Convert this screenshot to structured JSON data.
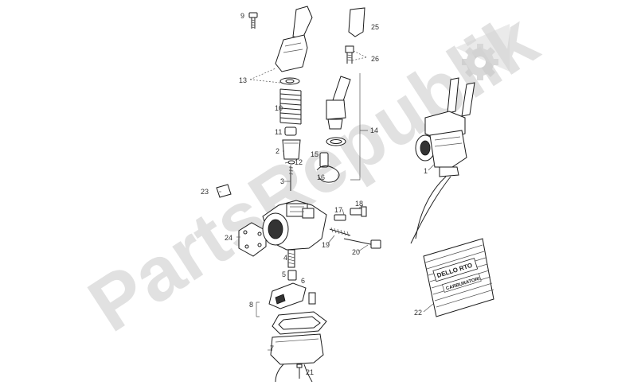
{
  "watermark": {
    "text": "PartsRepublik"
  },
  "kit": {
    "line1": "DELLO RTO",
    "line2": "CARBURATORI"
  },
  "callouts": {
    "p1": "1",
    "p2": "2",
    "p3": "3",
    "p4": "4",
    "p5": "5",
    "p6": "6",
    "p7": "7",
    "p8": "8",
    "p9": "9",
    "p10": "10",
    "p11": "11",
    "p12": "12",
    "p13": "13",
    "p14": "14",
    "p15": "15",
    "p16": "16",
    "p17": "17",
    "p18": "18",
    "p19": "19",
    "p20": "20",
    "p21": "21",
    "p22": "22",
    "p23": "23",
    "p24": "24",
    "p25": "25",
    "p26": "26"
  },
  "colors": {
    "line": "#222222",
    "watermark": "#c9c9c9",
    "background": "#ffffff"
  }
}
